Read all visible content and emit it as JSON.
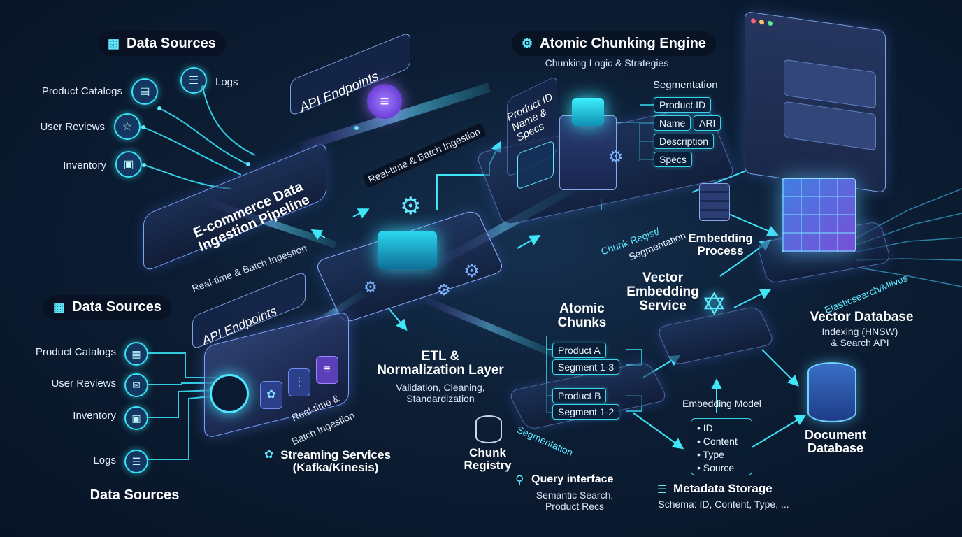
{
  "pipeline_banner": "E-commerce Data Ingestion Pipeline",
  "top_left": {
    "heading": "Data Sources",
    "items": [
      "Product Catalogs",
      "User Reviews",
      "Inventory",
      "Logs"
    ]
  },
  "bottom_left": {
    "heading": "Data Sources",
    "items": [
      "Product Catalogs",
      "User Reviews",
      "Inventory",
      "Logs"
    ],
    "footer": "Data Sources"
  },
  "api_endpoints": [
    "API Endpoints",
    "API Endpoints"
  ],
  "ingestion_labels": [
    "Real-time & Batch Ingestion",
    "Real-time & Batch Ingestion",
    "Real-time &",
    "Batch Ingestion"
  ],
  "streaming": {
    "line1": "Streaming Services",
    "line2": "(Kafka/Kinesis)"
  },
  "etl": {
    "title_line1": "ETL &",
    "title_line2": "Normalization Layer",
    "sub_line1": "Validation, Cleaning,",
    "sub_line2": "Standardization"
  },
  "chunking_engine": {
    "title": "Atomic Chunking Engine",
    "subtitle": "Chunking Logic & Strategies",
    "card_lines": [
      "Product ID",
      "Name &",
      "Specs"
    ],
    "segmentation_title": "Segmentation",
    "fields": [
      "Product ID",
      "Name",
      "ARI",
      "Description",
      "Specs"
    ],
    "under_labels": [
      "Chunk Regist/",
      "Segmentation"
    ]
  },
  "embedding_process": {
    "line1": "Embedding",
    "line2": "Process"
  },
  "atomic_chunks": {
    "title_line1": "Atomic",
    "title_line2": "Chunks",
    "tags": [
      "Product A",
      "Segment 1-3",
      "Product B",
      "Segment 1-2"
    ],
    "segmentation_label": "Segmentation"
  },
  "chunk_registry": {
    "line1": "Chunk",
    "line2": "Registry"
  },
  "query_interface": {
    "title": "Query interface",
    "sub_line1": "Semantic Search,",
    "sub_line2": "Product Recs"
  },
  "vector_embedding": {
    "line1": "Vector",
    "line2": "Embedding",
    "line3": "Service",
    "model_label": "Embedding Model"
  },
  "metadata": {
    "fields": [
      "ID",
      "Content",
      "Type",
      "Source"
    ],
    "title": "Metadata Storage",
    "schema": "Schema: ID, Content, Type, ..."
  },
  "vector_db": {
    "title": "Vector Database",
    "sub_line1": "Indexing (HNSW)",
    "sub_line2": "& Search API",
    "engine_label": "Elasticsearch/Milvus"
  },
  "document_db": {
    "line1": "Document",
    "line2": "Database"
  },
  "colors": {
    "accent": "#38e3f5",
    "purple": "#8a5cf6",
    "background": "#0c1d33"
  }
}
